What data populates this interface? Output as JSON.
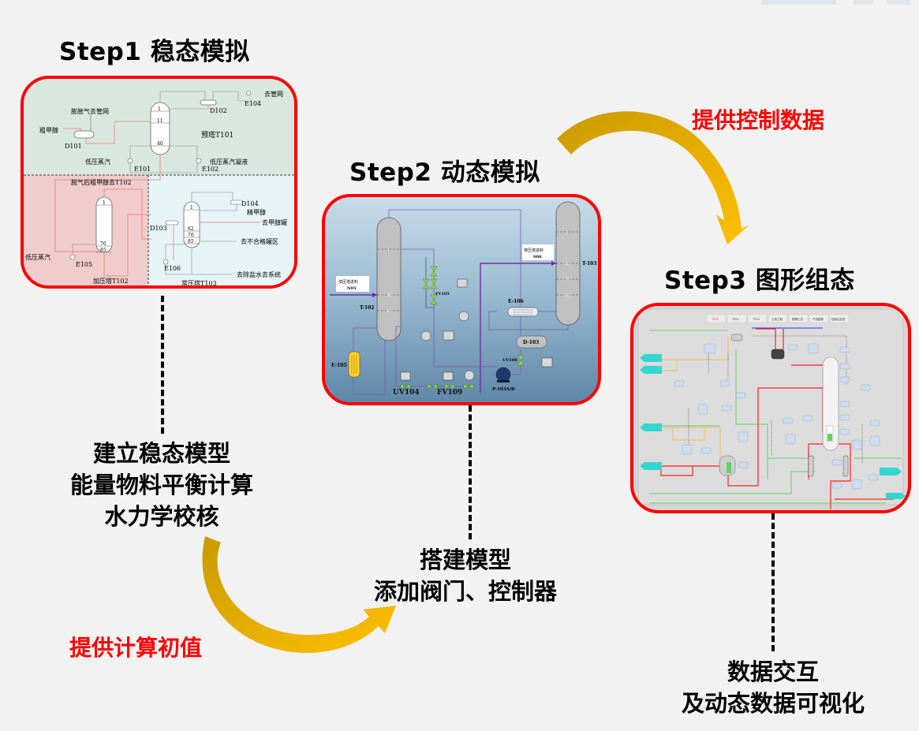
{
  "steps": [
    {
      "title": "Step1 稳态模拟",
      "caption_lines": [
        "建立稳态模型",
        "能量物料平衡计算",
        "水力学校核"
      ],
      "diagram": {
        "regions": [
          "预塔T101",
          "加压塔T102",
          "常压塔T103"
        ],
        "labels": {
          "crude_methanol": "粗甲醇",
          "expansion_gas": "膨胀气去管网",
          "d101": "D101",
          "d102": "D102",
          "e104": "E104",
          "fuel_to_grid": "去管网",
          "lp_steam_1": "低压蒸汽",
          "e101": "E101",
          "lp_condensate": "低压蒸汽凝液",
          "e102": "E102",
          "degassed": "脱气后粗甲醇去T102",
          "d104": "D104",
          "refined": "精甲醇",
          "to_methanol_tank": "去甲醇罐",
          "d103": "D103",
          "to_offspec": "去不合格罐区",
          "e106": "E106",
          "lp_steam_2": "低压蒸汽",
          "e105": "E105",
          "to_desalted": "去除盐水去系统"
        },
        "tray_numbers": {
          "t101": [
            "1",
            "11",
            "40"
          ],
          "t102": [
            "1",
            "76",
            "85"
          ],
          "t103": [
            "1",
            "62",
            "76",
            "85"
          ]
        }
      }
    },
    {
      "title": "Step2 动态模拟",
      "caption_lines": [
        "搭建模型",
        "添加阀门、控制器"
      ],
      "diagram": {
        "equipment": {
          "t102": "T-102",
          "t103": "T-103",
          "e105": "E-105",
          "e106": "E-106",
          "d103": "D-103",
          "pump": "P-103A/B",
          "fv105": "FV105",
          "uv104": "UV104",
          "uv108": "UV108",
          "fv109": "FV109"
        },
        "feed_label": "加压塔进料",
        "feed_stream": "N05",
        "feed2_label": "常压塔进料",
        "feed2_stream": "S06",
        "tray_numbers": {
          "t102": [
            "1",
            "76",
            "85"
          ],
          "t103": [
            "1",
            "62",
            "77",
            "85"
          ]
        }
      }
    },
    {
      "title": "Step3 图形组态",
      "caption_lines": [
        "数据交互",
        "及动态数据可视化"
      ],
      "diagram": {
        "tabs": [
          "T101",
          "T102",
          "T103",
          "公用工程",
          "报警汇总",
          "产品趋势",
          "控制点总览"
        ],
        "active_tab": "T101"
      }
    }
  ],
  "arrows": {
    "step1_to_step2": "提供计算初值",
    "step2_to_step3": "提供控制数据"
  },
  "colors": {
    "frame": "#ff0000",
    "arrow_dark": "#c99a00",
    "arrow_light": "#ffc000",
    "emphasis": "#ff0000"
  }
}
